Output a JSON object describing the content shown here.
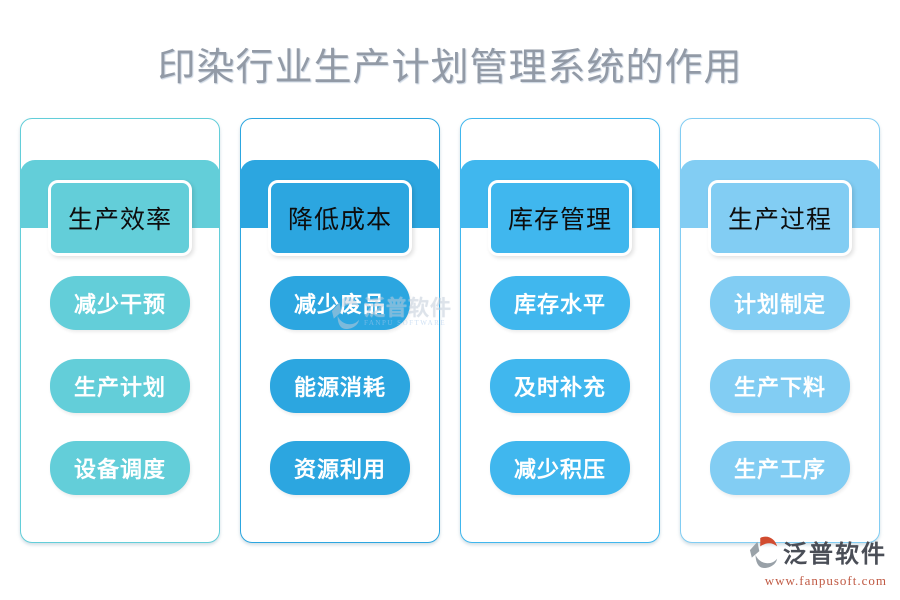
{
  "title": "印染行业生产计划管理系统的作用",
  "columns": [
    {
      "header": "生产效率",
      "accent": "#63ced9",
      "items": [
        "减少干预",
        "生产计划",
        "设备调度"
      ]
    },
    {
      "header": "降低成本",
      "accent": "#2ca6e0",
      "items": [
        "减少废品",
        "能源消耗",
        "资源利用"
      ]
    },
    {
      "header": "库存管理",
      "accent": "#40b7ee",
      "items": [
        "库存水平",
        "及时补充",
        "减少积压"
      ]
    },
    {
      "header": "生产过程",
      "accent": "#82cdf3",
      "items": [
        "计划制定",
        "生产下料",
        "生产工序"
      ]
    }
  ],
  "watermark": {
    "name": "泛普软件",
    "subtitle": "FANPU SOFTWARE"
  },
  "footer": {
    "brand": "泛普软件",
    "url": "www.fanpusoft.com"
  },
  "colors": {
    "title_text": "#929aa6",
    "header_text": "#0d0d0d",
    "pill_text": "#ffffff",
    "footer_brand_text": "#4a4e57",
    "footer_url_text": "#c05a44",
    "logo_red": "#d14b2f",
    "logo_gray": "#99a1a8"
  }
}
